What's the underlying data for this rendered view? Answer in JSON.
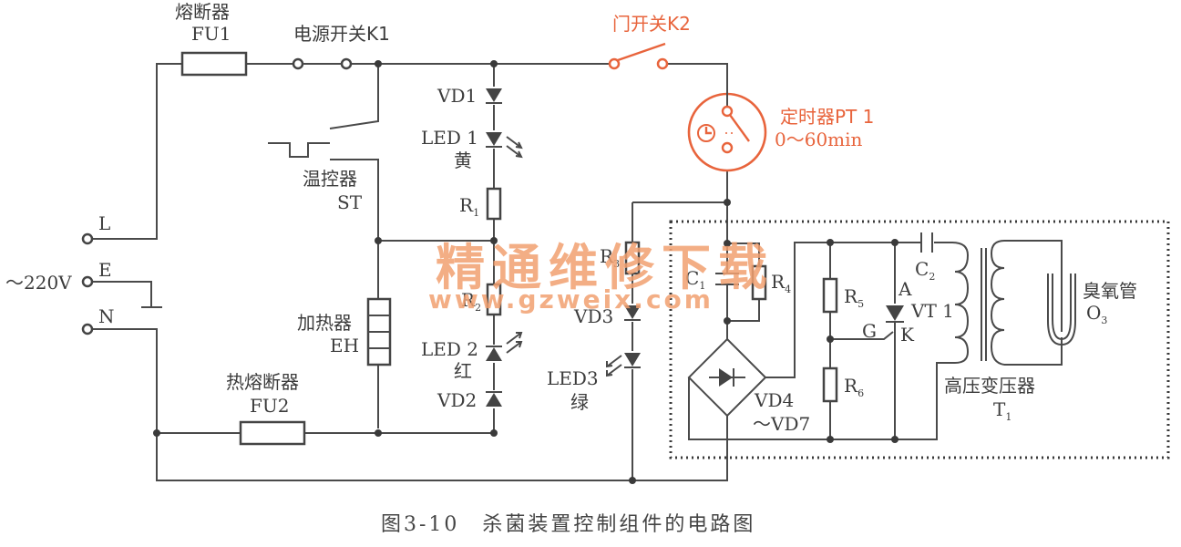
{
  "labels": {
    "fu1_name": "熔断器",
    "fu1_id": "FU1",
    "k1": "电源开关K1",
    "k2": "门开关K2",
    "st_name": "温控器",
    "st_id": "ST",
    "vd1": "VD1",
    "led1": "LED 1",
    "led1_color": "黄",
    "r1": "R",
    "r1_sub": "1",
    "timer": "定时器PT 1",
    "timer_range": "0～60min",
    "terminal_l": "L",
    "terminal_e": "E",
    "terminal_n": "N",
    "supply": "～220V",
    "heater_name": "加热器",
    "heater_id": "EH",
    "fu2_name": "热熔断器",
    "fu2_id": "FU2",
    "r2": "R",
    "r2_sub": "2",
    "led2": "LED 2",
    "led2_color": "红",
    "vd2": "VD2",
    "r3": "R",
    "r3_sub": "3",
    "vd3": "VD3",
    "led3": "LED3",
    "led3_color": "绿",
    "c1": "C",
    "c1_sub": "1",
    "r4": "R",
    "r4_sub": "4",
    "r5": "R",
    "r5_sub": "5",
    "r6": "R",
    "r6_sub": "6",
    "c2": "C",
    "c2_sub": "2",
    "scr_a": "A",
    "scr_g": "G",
    "scr_k": "K",
    "scr_id": "VT 1",
    "bridge_1": "VD4",
    "bridge_2": "～VD7",
    "transformer_name": "高压变压器",
    "transformer_id": "T",
    "transformer_sub": "1",
    "ozone_name": "臭氧管",
    "ozone_id": "O",
    "ozone_sub": "3"
  },
  "watermark": {
    "line1": "精通维修下载",
    "line2": "www.gzweix.com"
  },
  "caption": "图3-10　杀菌装置控制组件的电路图",
  "colors": {
    "wire": "#4a4a4a",
    "highlight": "#e8643c",
    "watermark": "#f2a070"
  }
}
